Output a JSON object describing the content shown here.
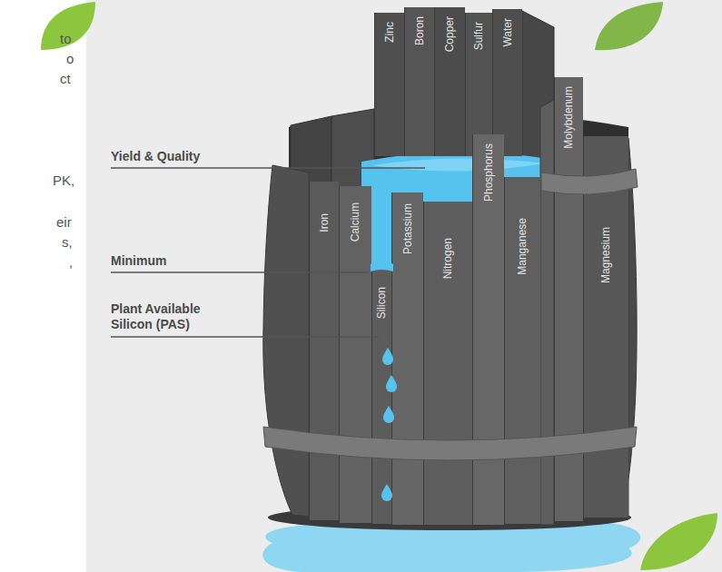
{
  "diagram": {
    "nodes": [
      {
        "text": [
          "Zinc"
        ]
      },
      {
        "text": [
          "Boron"
        ]
      },
      {
        "text": [
          "Copper"
        ]
      },
      {
        "text": [
          "Sulfur"
        ]
      },
      {
        "text": [
          "Water"
        ]
      },
      {
        "text": [
          "Iron"
        ]
      },
      {
        "text": [
          "Calcium"
        ]
      },
      {
        "text": [
          "Silicon"
        ]
      },
      {
        "text": [
          "Potassium"
        ]
      },
      {
        "text": [
          "Nitrogen"
        ]
      },
      {
        "text": [
          "Phosphorus"
        ]
      },
      {
        "text": [
          "Manganese"
        ]
      },
      {
        "text": [
          "Molybdenum"
        ]
      },
      {
        "text": [
          "Magnesium"
        ]
      }
    ],
    "labels": [
      "to",
      "o",
      "ct",
      "Yield & Quality",
      "PK,",
      "Minimum",
      "eir",
      "s,",
      ",",
      "Plant Available Silicon (PAS)"
    ]
  }
}
